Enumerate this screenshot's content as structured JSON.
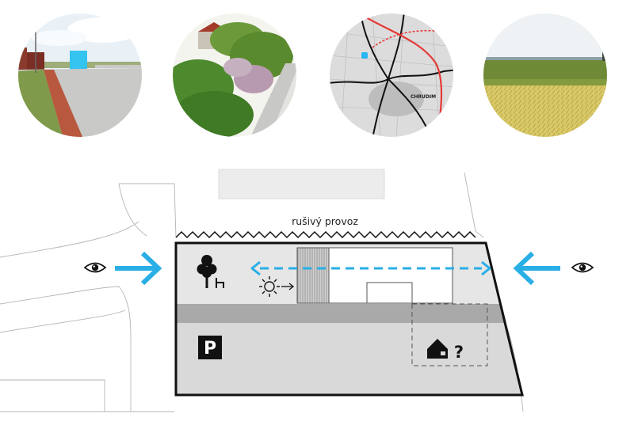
{
  "title": "",
  "photos": [
    {
      "name": "street",
      "palette": {
        "sky": "#e9f1f7",
        "road": "#c9c9c7",
        "pavement": "#b8593f",
        "grass": "#7f9a4a",
        "building_blue": "#35c3f0"
      }
    },
    {
      "name": "planting",
      "palette": {
        "sky": "#f4f4ef",
        "foliage": "#4d8a2e",
        "bloom": "#b89ab0",
        "path": "#c8c8c6"
      }
    },
    {
      "name": "city-map",
      "palette": {
        "base": "#dcdcdc",
        "road": "#111111",
        "rail": "#e53935",
        "point": "#29b6f6"
      },
      "labels": {
        "city": "CHRUDIM"
      }
    },
    {
      "name": "field",
      "palette": {
        "sky": "#eef2f4",
        "field_far": "#6f8a36",
        "field_near": "#d6c25e"
      }
    }
  ],
  "plan": {
    "noise_label": "rušivý provoz",
    "parking_letter": "P",
    "house_question": "?",
    "colors": {
      "arrow": "#29aee6",
      "outline": "#111111",
      "parking_area": "#d9d9d9",
      "garden_area": "#e6e6e6",
      "strip": "#a9a9a9",
      "building": "#ffffff",
      "context_lines": "#b5b5b5"
    },
    "icons": [
      "eye-icon-left",
      "arrow-right-icon",
      "tree-bench-icon",
      "sun-icon",
      "parking-icon",
      "house-question-icon",
      "arrow-left-icon",
      "eye-icon-right"
    ]
  }
}
